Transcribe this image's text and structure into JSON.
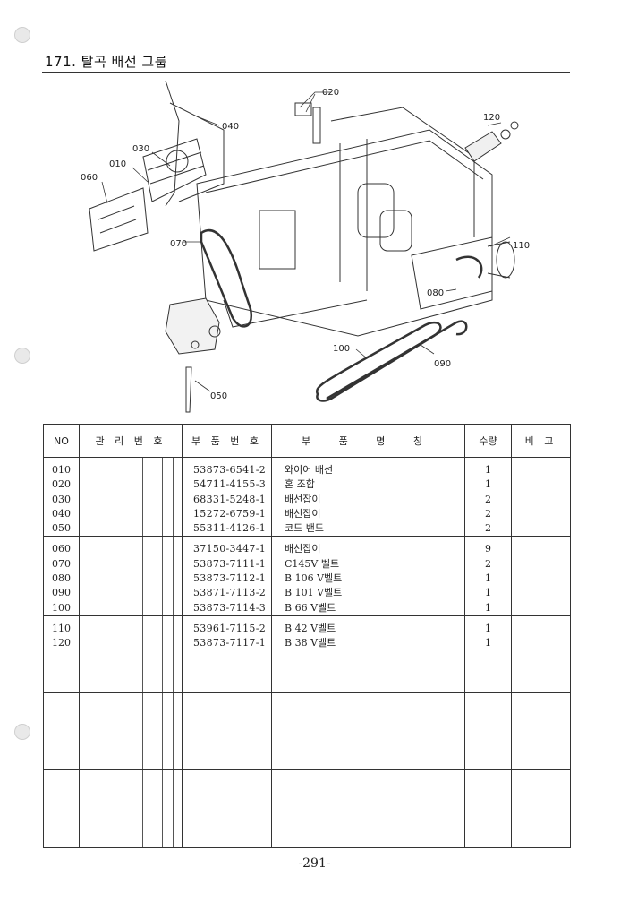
{
  "header": {
    "title": "171. 탈곡 배선 그룹"
  },
  "diagram": {
    "callouts": [
      "020",
      "040",
      "120",
      "030",
      "010",
      "060",
      "110",
      "070",
      "080",
      "100",
      "090",
      "050"
    ]
  },
  "table": {
    "headers": {
      "no": "NO",
      "mgmt": "관 리 번 호",
      "part_no": "부 품 번 호",
      "name": "부 품 명 칭",
      "qty": "수량",
      "remark": "비 고"
    },
    "groups": [
      {
        "rows": [
          {
            "no": "010",
            "part_no": "53873-6541-2",
            "name": "와이어 배선",
            "qty": "1"
          },
          {
            "no": "020",
            "part_no": "54711-4155-3",
            "name": "혼 조합",
            "qty": "1"
          },
          {
            "no": "030",
            "part_no": "68331-5248-1",
            "name": "배선잡이",
            "qty": "2"
          },
          {
            "no": "040",
            "part_no": "15272-6759-1",
            "name": "배선잡이",
            "qty": "2"
          },
          {
            "no": "050",
            "part_no": "55311-4126-1",
            "name": "코드 밴드",
            "qty": "2"
          }
        ]
      },
      {
        "rows": [
          {
            "no": "060",
            "part_no": "37150-3447-1",
            "name": "배선잡이",
            "qty": "9"
          },
          {
            "no": "070",
            "part_no": "53873-7111-1",
            "name": "C145V 벨트",
            "qty": "2"
          },
          {
            "no": "080",
            "part_no": "53873-7112-1",
            "name": "B 106 V벨트",
            "qty": "1"
          },
          {
            "no": "090",
            "part_no": "53871-7113-2",
            "name": "B 101 V벨트",
            "qty": "1"
          },
          {
            "no": "100",
            "part_no": "53873-7114-3",
            "name": "B 66 V벨트",
            "qty": "1"
          }
        ]
      },
      {
        "rows": [
          {
            "no": "110",
            "part_no": "53961-7115-2",
            "name": "B 42 V벨트",
            "qty": "1"
          },
          {
            "no": "120",
            "part_no": "53873-7117-1",
            "name": "B 38 V벨트",
            "qty": "1"
          }
        ]
      },
      {
        "rows": []
      },
      {
        "rows": []
      }
    ]
  },
  "footer": {
    "page": "-291-"
  }
}
